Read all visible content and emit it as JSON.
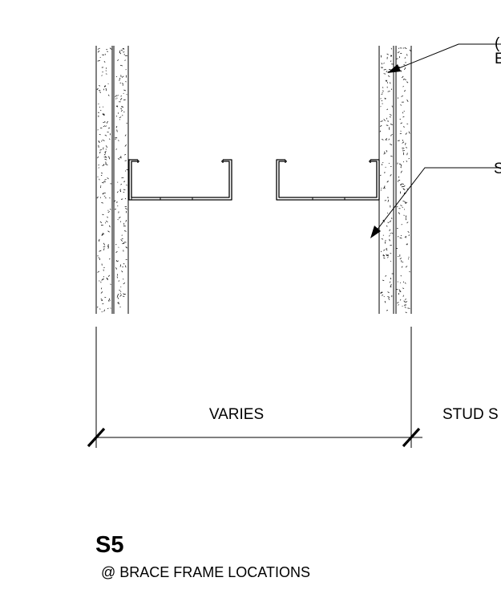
{
  "detail": {
    "number": "S5",
    "subtitle": "@ BRACE FRAME LOCATIONS"
  },
  "dimensions": {
    "varies_label": "VARIES",
    "stud_label": "STUD S"
  },
  "callouts": {
    "top_label_line1": "(",
    "top_label_line2": "E",
    "middle_label": "S"
  }
}
